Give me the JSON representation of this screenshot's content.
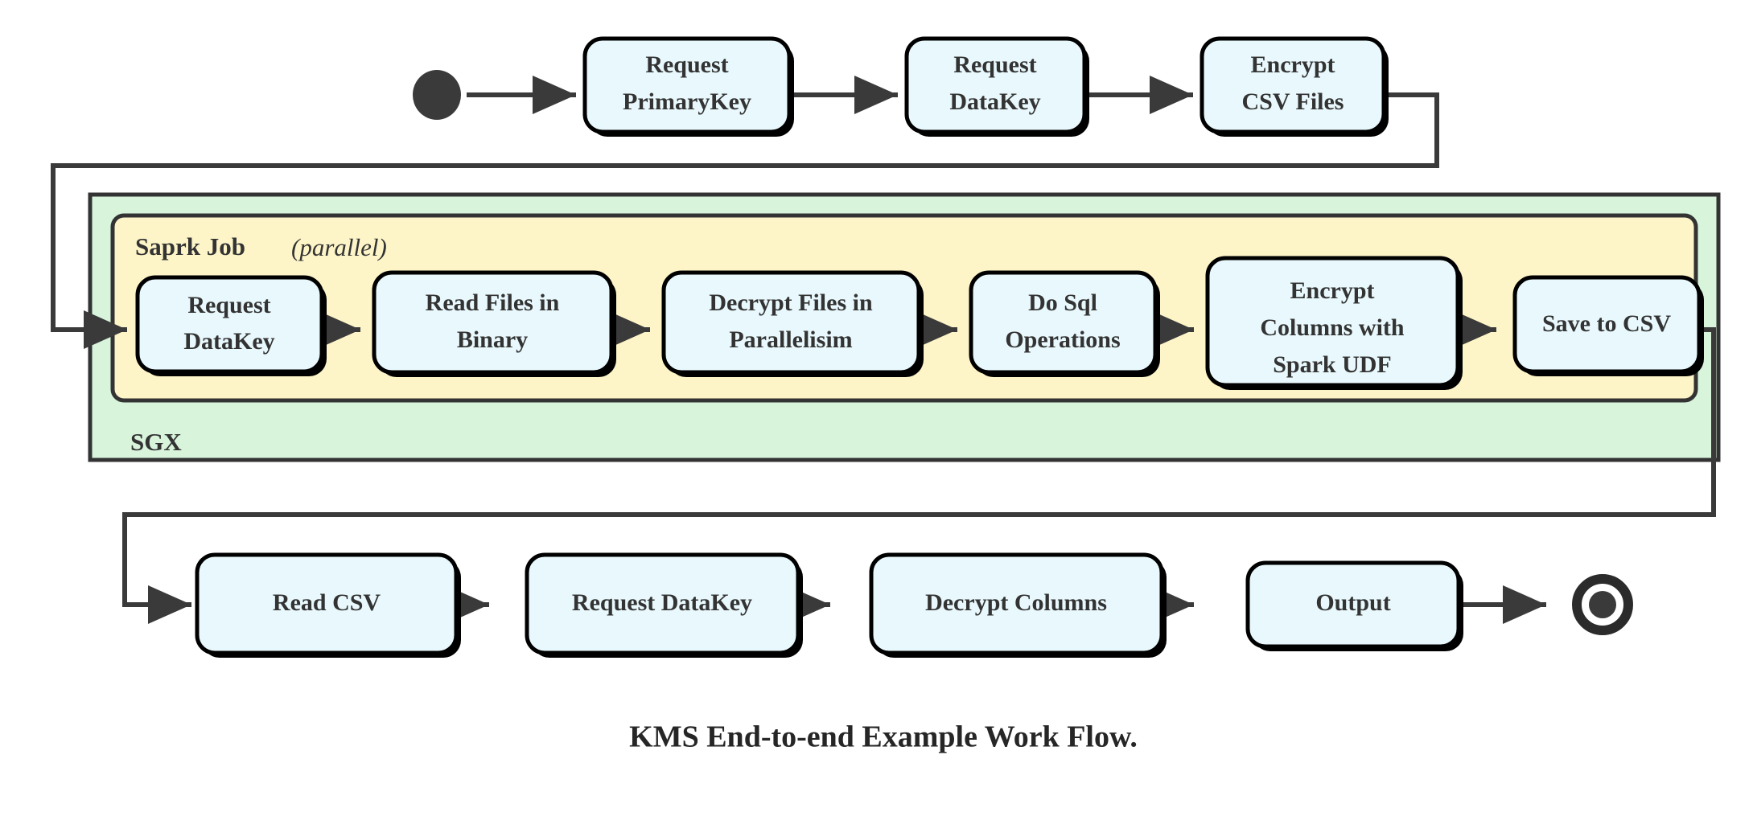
{
  "diagram": {
    "title": "KMS End-to-end Example Work Flow.",
    "type": "activity-flowchart",
    "colors": {
      "node_fill": "#e8f8fc",
      "node_stroke": "#000000",
      "sgx_fill": "#d8f5dc",
      "spark_fill": "#fdf5c8",
      "edge": "#3a3a3a",
      "text": "#333333"
    },
    "start_node": {
      "name": "start",
      "shape": "filled-circle"
    },
    "end_node": {
      "name": "end",
      "shape": "double-circle"
    },
    "containers": [
      {
        "id": "sgx",
        "label": "SGX",
        "label_position": "bottom-left"
      },
      {
        "id": "spark_job",
        "label": "Saprk Job",
        "modifier": "(parallel)",
        "modifier_open": "(",
        "modifier_word": "parallel",
        "modifier_close": ")",
        "label_position": "top-left"
      }
    ],
    "rows": [
      {
        "id": "row-top",
        "nodes": [
          {
            "id": "request-primarykey",
            "lines": [
              "Request",
              "PrimaryKey"
            ]
          },
          {
            "id": "request-datakey-top",
            "lines": [
              "Request",
              "DataKey"
            ]
          },
          {
            "id": "encrypt-csv-files",
            "lines": [
              "Encrypt",
              "CSV Files"
            ]
          }
        ]
      },
      {
        "id": "row-spark",
        "nodes": [
          {
            "id": "request-datakey-spark",
            "lines": [
              "Request",
              "DataKey"
            ]
          },
          {
            "id": "read-files-in-binary",
            "lines": [
              "Read Files in",
              "Binary"
            ]
          },
          {
            "id": "decrypt-files-in-parallelisim",
            "lines": [
              "Decrypt Files in",
              "Parallelisim"
            ]
          },
          {
            "id": "do-sql-operations",
            "lines": [
              "Do Sql",
              "Operations"
            ]
          },
          {
            "id": "encrypt-columns-with-spark-udf",
            "lines": [
              "Encrypt",
              "Columns with",
              "Spark UDF"
            ]
          },
          {
            "id": "save-to-csv",
            "lines": [
              "Save to CSV"
            ]
          }
        ]
      },
      {
        "id": "row-bottom",
        "nodes": [
          {
            "id": "read-csv",
            "lines": [
              "Read CSV"
            ]
          },
          {
            "id": "request-datakey-bottom",
            "lines": [
              "Request DataKey"
            ]
          },
          {
            "id": "decrypt-columns",
            "lines": [
              "Decrypt Columns"
            ]
          },
          {
            "id": "output",
            "lines": [
              "Output"
            ]
          }
        ]
      }
    ],
    "edges": [
      {
        "from": "start",
        "to": "request-primarykey"
      },
      {
        "from": "request-primarykey",
        "to": "request-datakey-top"
      },
      {
        "from": "request-datakey-top",
        "to": "encrypt-csv-files"
      },
      {
        "from": "encrypt-csv-files",
        "to": "request-datakey-spark",
        "routing": "loop-left"
      },
      {
        "from": "request-datakey-spark",
        "to": "read-files-in-binary"
      },
      {
        "from": "read-files-in-binary",
        "to": "decrypt-files-in-parallelisim"
      },
      {
        "from": "decrypt-files-in-parallelisim",
        "to": "do-sql-operations"
      },
      {
        "from": "do-sql-operations",
        "to": "encrypt-columns-with-spark-udf"
      },
      {
        "from": "encrypt-columns-with-spark-udf",
        "to": "save-to-csv"
      },
      {
        "from": "save-to-csv",
        "to": "read-csv",
        "routing": "loop-right"
      },
      {
        "from": "read-csv",
        "to": "request-datakey-bottom"
      },
      {
        "from": "request-datakey-bottom",
        "to": "decrypt-columns"
      },
      {
        "from": "decrypt-columns",
        "to": "output"
      },
      {
        "from": "output",
        "to": "end"
      }
    ]
  }
}
